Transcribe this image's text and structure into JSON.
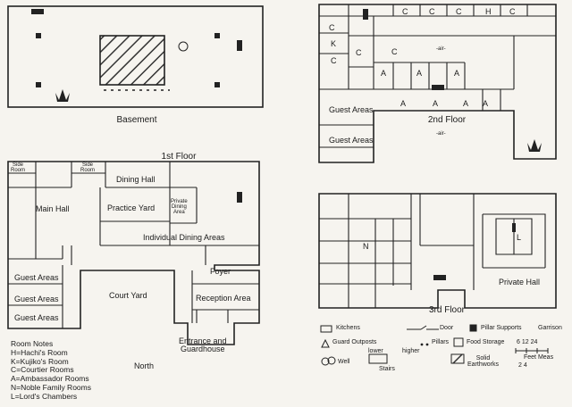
{
  "floors": {
    "basement": "Basement",
    "first": "1st Floor",
    "second": "2nd Floor",
    "third": "3rd Floor"
  },
  "rooms": {
    "side_room_1": "Side\nRoom",
    "side_room_2": "Side\nRoom",
    "main_hall": "Main Hall",
    "dining_hall": "Dining Hall",
    "practice_yard": "Practice Yard",
    "private_dining": "Private\nDining\nArea",
    "individual_dining": "Individual Dining Areas",
    "foyer": "Foyer",
    "reception": "Reception Area",
    "court_yard": "Court Yard",
    "guest_areas_1f": [
      "Guest Areas",
      "Guest Areas",
      "Guest Areas"
    ],
    "entrance": "Entrance and\nGuardhouse",
    "guest_areas_2f": [
      "Guest Areas",
      "Guest Areas"
    ],
    "air": [
      "-air-",
      "-air-"
    ],
    "private_hall": "Private Hall",
    "north": "North"
  },
  "letters_2f": [
    "C",
    "C",
    "C",
    "H",
    "C",
    "C",
    "K",
    "C",
    "C",
    "C",
    "A",
    "A",
    "A",
    "A",
    "A",
    "A",
    "A"
  ],
  "letters_3f": [
    "N",
    "L"
  ],
  "room_notes": {
    "title": "Room Notes",
    "items": [
      "H=Hachi's Room",
      "K=Kujiko's Room",
      "C=Courtier Rooms",
      "A=Ambassador Rooms",
      "N=Noble Family Rooms",
      "L=Lord's Chambers"
    ]
  },
  "legend": {
    "kitchens": "Kitchens",
    "door": "Door",
    "pillar_supports": "Pillar Supports",
    "garrison": "Garrison",
    "guard_outposts": "Guard Outposts",
    "pillars": "Pillars",
    "food_storage": "Food Storage",
    "scale_values": "6  12  24",
    "feet": "Feet Meas",
    "lower": "lower",
    "higher": "higher",
    "well": "Well",
    "stairs": "Stairs",
    "solid": "Solid\nEarthworks",
    "scale_extra": "2  4"
  }
}
